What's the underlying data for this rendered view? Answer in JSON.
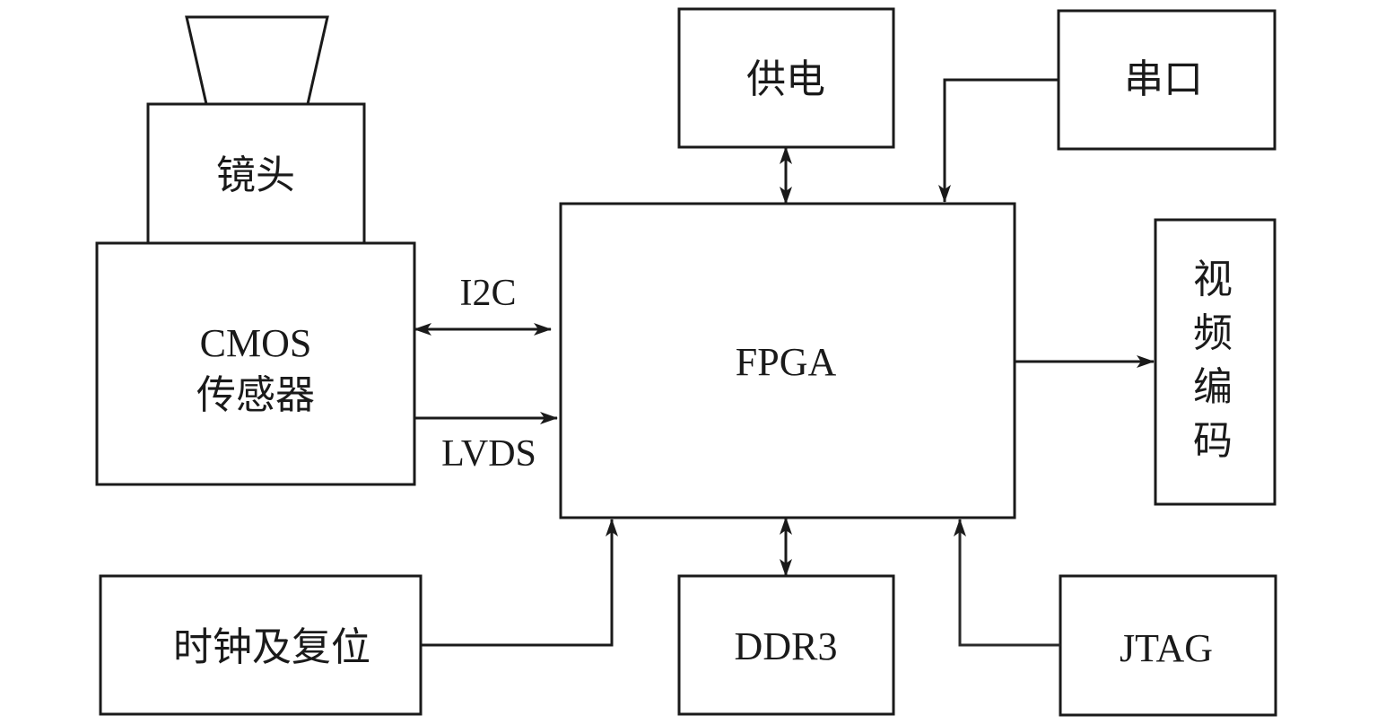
{
  "blocks": {
    "lens": "镜头",
    "cmos_line1": "CMOS",
    "cmos_line2": "传感器",
    "fpga": "FPGA",
    "power": "供电",
    "serial": "串口",
    "video_enc_1": "视",
    "video_enc_2": "频",
    "video_enc_3": "编",
    "video_enc_4": "码",
    "clock_reset": "时钟及复位",
    "ddr3": "DDR3",
    "jtag": "JTAG"
  },
  "links": {
    "i2c": "I2C",
    "lvds": "LVDS"
  }
}
